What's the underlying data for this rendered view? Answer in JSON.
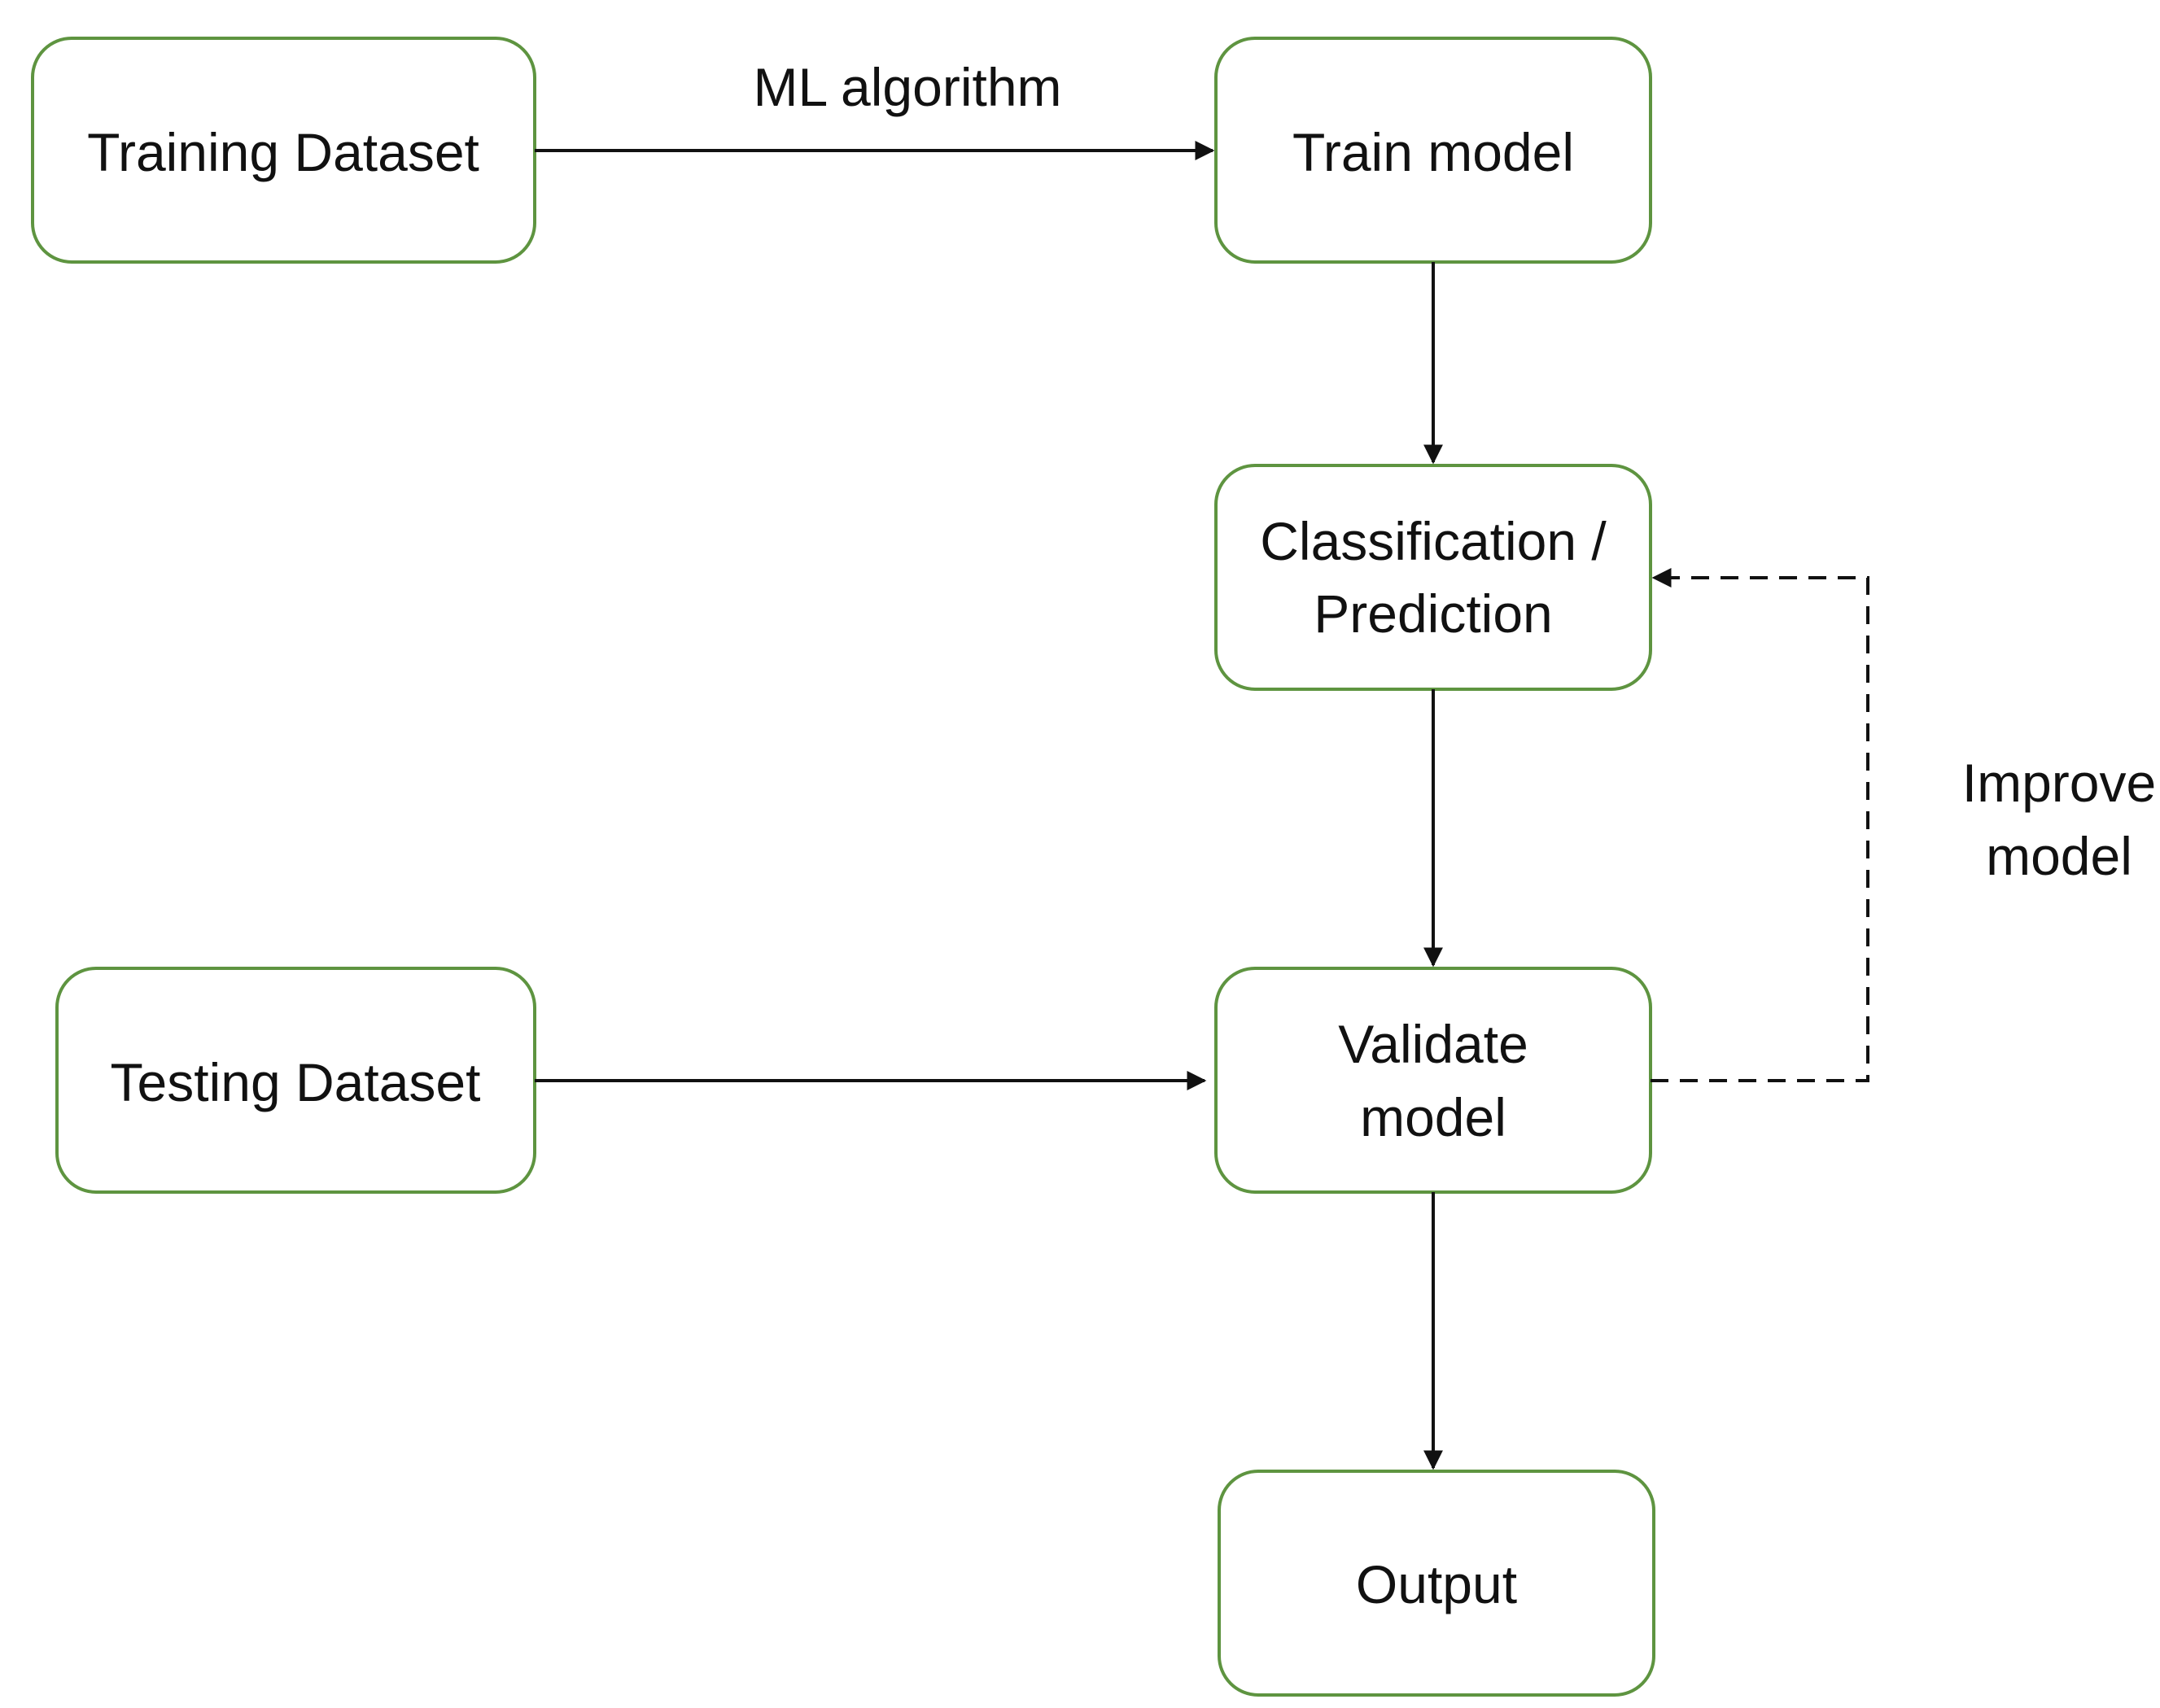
{
  "colors": {
    "node_border": "#5e9440",
    "node_fill": "#ffffff",
    "arrow": "#111111",
    "text": "#111111"
  },
  "nodes": {
    "training_dataset": {
      "label": "Training Dataset"
    },
    "train_model": {
      "label": "Train model"
    },
    "classification": {
      "line1": "Classification /",
      "line2": "Prediction"
    },
    "testing_dataset": {
      "label": "Testing Dataset"
    },
    "validate_model": {
      "line1": "Validate",
      "line2": "model"
    },
    "output": {
      "label": "Output"
    }
  },
  "edges": {
    "ml_algorithm": {
      "label": "ML algorithm"
    },
    "improve_model": {
      "line1": "Improve",
      "line2": "model"
    }
  }
}
